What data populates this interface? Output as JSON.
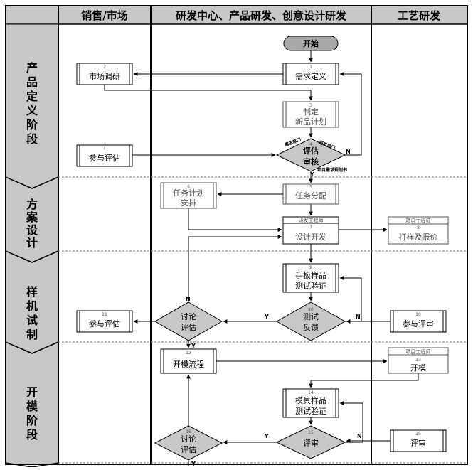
{
  "header": {
    "col1": "销售/市场",
    "col2": "研发中心、产品研发、创意设计研发",
    "col3": "工艺研发"
  },
  "phases": {
    "p1": [
      "产",
      "品",
      "定",
      "义",
      "阶",
      "段"
    ],
    "p2": [
      "方",
      "案",
      "设",
      "计"
    ],
    "p3": [
      "样",
      "机",
      "试",
      "制"
    ],
    "p4": [
      "开",
      "模",
      "阶",
      "段"
    ]
  },
  "nodes": {
    "start": "开始",
    "n1": {
      "num": "1",
      "label": "需求定义"
    },
    "n2": {
      "num": "2",
      "label": "市场调研"
    },
    "n3": {
      "num": "3",
      "line1": "制定",
      "line2": "新品计划"
    },
    "n4": {
      "num": "4",
      "label": "参与评估"
    },
    "d4": {
      "num": "4",
      "line1": "评估",
      "line2": "审核"
    },
    "n5": {
      "num": "5",
      "label": "任务分配"
    },
    "n6": {
      "num": "6",
      "line1": "任务计划",
      "line2": "安排"
    },
    "n7": {
      "top": "研发工程师",
      "num": "7",
      "label": "设计开发"
    },
    "n8": {
      "top": "项目工程师",
      "num": "8",
      "label": "打样及报价"
    },
    "n9": {
      "num": "9",
      "line1": "手板样品",
      "line2": "测试验证"
    },
    "d10": {
      "num": "10",
      "line1": "测试",
      "line2": "反馈"
    },
    "n10r": {
      "num": "10",
      "label": "参与评审"
    },
    "n11": {
      "num": "11",
      "label": "参与评估"
    },
    "d11": {
      "line1": "讨论",
      "line2": "评估"
    },
    "n12": {
      "num": "12",
      "label": "开模流程"
    },
    "n13": {
      "top": "项目工程师",
      "num": "13",
      "label": "开模"
    },
    "n14": {
      "num": "14",
      "line1": "模具样品",
      "line2": "测试验证"
    },
    "d15": {
      "num": "15",
      "label": "评审"
    },
    "n15r": {
      "num": "15",
      "label": "评审"
    },
    "d16": {
      "num": "16",
      "line1": "讨论",
      "line2": "评估"
    }
  },
  "edge_labels": {
    "sales_dept": "需求部门",
    "rd_dept": "研发部门",
    "spec": "项目需求规划书",
    "n": "N",
    "y": "Y"
  },
  "colors": {
    "gray_fill": "#c8c8c8",
    "dark_fill": "#a9a9a9",
    "line": "#000000"
  }
}
